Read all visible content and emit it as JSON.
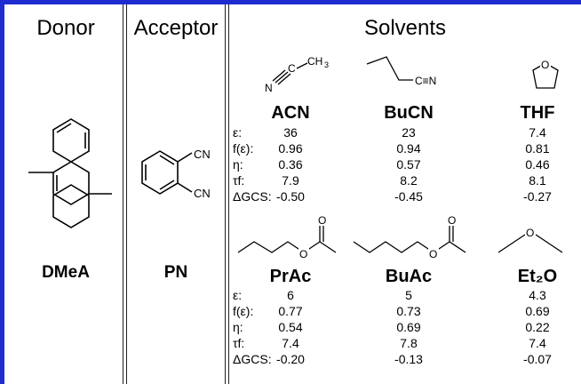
{
  "headers": {
    "donor": "Donor",
    "acceptor": "Acceptor",
    "solvents": "Solvents"
  },
  "donor": {
    "name": "DMeA"
  },
  "acceptor": {
    "name": "PN",
    "cn_labels": [
      "CN",
      "CN"
    ]
  },
  "property_labels": [
    "ε:",
    "f(ε):",
    "η:",
    "τf:",
    "ΔGCS:"
  ],
  "solvents_top": [
    {
      "name": "ACN",
      "values": [
        "36",
        "0.96",
        "0.36",
        "7.9",
        "-0.50"
      ]
    },
    {
      "name": "BuCN",
      "values": [
        "23",
        "0.94",
        "0.57",
        "8.2",
        "-0.45"
      ]
    },
    {
      "name": "THF",
      "values": [
        "7.4",
        "0.81",
        "0.46",
        "8.1",
        "-0.27"
      ]
    }
  ],
  "solvents_bottom": [
    {
      "name": "PrAc",
      "values": [
        "6",
        "0.77",
        "0.54",
        "7.4",
        "-0.20"
      ]
    },
    {
      "name": "BuAc",
      "values": [
        "5",
        "0.73",
        "0.69",
        "7.8",
        "-0.13"
      ]
    },
    {
      "name": "Et₂O",
      "values": [
        "4.3",
        "0.69",
        "0.22",
        "7.4",
        "-0.07"
      ]
    }
  ],
  "structure_labels": {
    "acn": [
      "N",
      "C",
      "CH",
      "3"
    ],
    "bucn": "C≡N",
    "o": "O"
  }
}
